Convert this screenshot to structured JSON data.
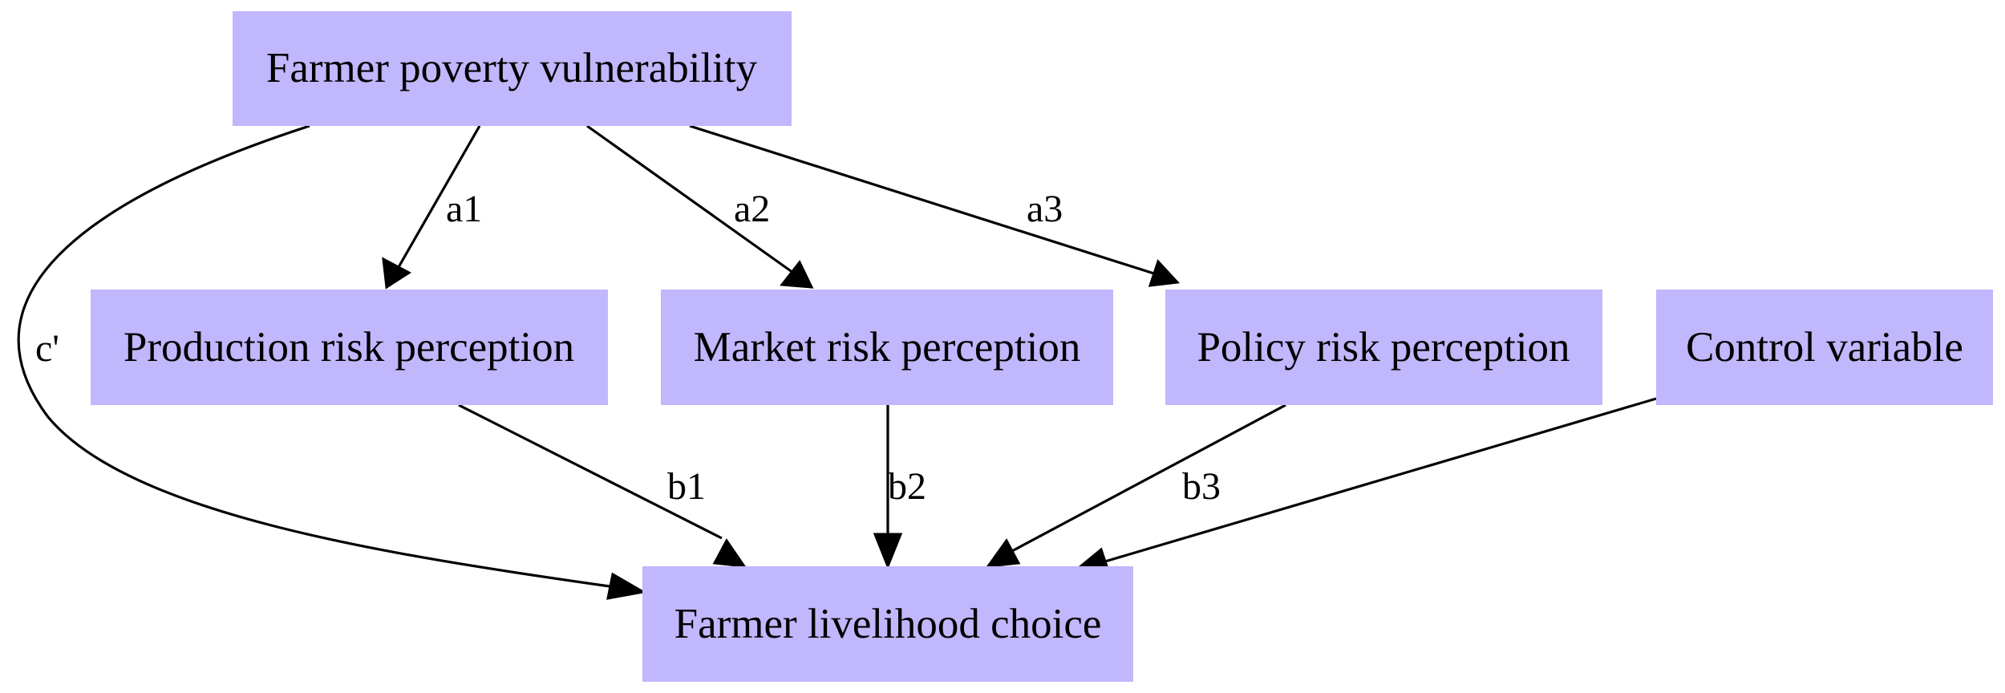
{
  "diagram": {
    "node_fill": "#c0b7fc",
    "edge_color": "#000000",
    "nodes": {
      "poverty": {
        "label": "Farmer poverty vulnerability"
      },
      "production": {
        "label": "Production risk perception"
      },
      "market": {
        "label": "Market risk perception"
      },
      "policy": {
        "label": "Policy risk perception"
      },
      "control": {
        "label": "Control variable"
      },
      "livelihood": {
        "label": "Farmer livelihood choice"
      }
    },
    "edges": {
      "a1": {
        "from": "poverty",
        "to": "production",
        "label": "a1"
      },
      "a2": {
        "from": "poverty",
        "to": "market",
        "label": "a2"
      },
      "a3": {
        "from": "poverty",
        "to": "policy",
        "label": "a3"
      },
      "c_prime": {
        "from": "poverty",
        "to": "livelihood",
        "label": "c'"
      },
      "b1": {
        "from": "production",
        "to": "livelihood",
        "label": "b1"
      },
      "b2": {
        "from": "market",
        "to": "livelihood",
        "label": "b2"
      },
      "b3": {
        "from": "policy",
        "to": "livelihood",
        "label": "b3"
      },
      "control": {
        "from": "control",
        "to": "livelihood",
        "label": ""
      }
    }
  }
}
